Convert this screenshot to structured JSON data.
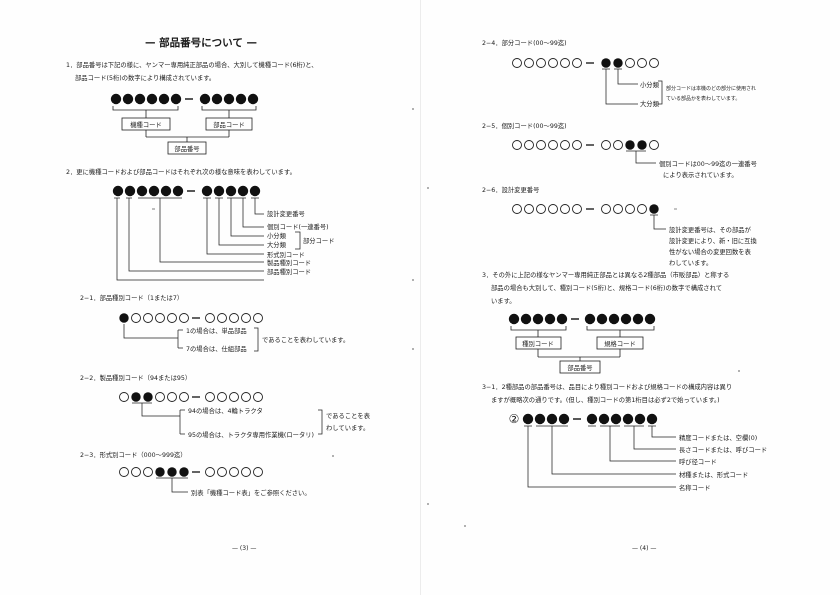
{
  "left_page": {
    "title": "— 部品番号について —",
    "section1": {
      "line1": "1．部品番号は下記の様に、ヤンマー専用純正部品の場合、大別して機種コード(6桁)と、",
      "line2": "部品コード(5桁)の数字により構成されています。",
      "box_model_code": "機種コード",
      "box_part_code": "部品コード",
      "box_part_number": "部品番号"
    },
    "section2": {
      "intro": "2．更に機種コードおよび部品コードはそれぞれ次の様な意味を表わしています。",
      "labels": [
        "設計変更番号",
        "個別コード(一連番号)",
        "小分類",
        "大分類",
        "形式別コード",
        "製品種別コード",
        "部品種別コード"
      ],
      "brace_label": "部分コード"
    },
    "s2_1": {
      "heading": "2−1．部品種別コード（1または7）",
      "opt1": "1の場合は、単品部品",
      "opt2": "7の場合は、仕組部品",
      "note": "であることを表わしています。"
    },
    "s2_2": {
      "heading": "2−2．製品種別コード（94または95）",
      "opt1": "94の場合は、4輪トラクタ",
      "opt2": "95の場合は、トラクタ専用作業機(ロータリ)",
      "note1": "であることを表",
      "note2": "わしています。"
    },
    "s2_3": {
      "heading": "2−3．形式別コード（000〜999迄）",
      "note": "別表「機種コード表」をご参照ください。"
    },
    "page_number": "— (3) —"
  },
  "right_page": {
    "s2_4": {
      "heading": "2−4．部分コード(00〜99迄)",
      "label_small": "小分類",
      "label_large": "大分類",
      "note1": "部分コードは本機のどの部分に使用され",
      "note2": "ている部品かを表わしています。"
    },
    "s2_5": {
      "heading": "2−5．個別コード(00〜99迄)",
      "note1": "個別コードは00〜99迄の一連番号",
      "note2": "により表示されています。"
    },
    "s2_6": {
      "heading": "2−6．設計変更番号",
      "note1": "設計変更番号は、その部品が",
      "note2": "設計変更により、新・旧に互換",
      "note3": "性がない場合の変更回数を表",
      "note4": "わしています。"
    },
    "section3": {
      "line1": "3．その外に上記の様なヤンマー専用純正部品とは異なる2種部品（市販部品）と称する",
      "line2": "部品の場合も大別して、種別コード(5桁)と、規格コード(6桁)の数字で構成されて",
      "line3": "います。",
      "box_type_code": "種別コード",
      "box_spec_code": "規格コード",
      "box_part_number": "部品番号"
    },
    "s3_1": {
      "line1": "3−1．2種部品の部品番号は、品目により種別コードおよび規格コードの構成内容は異り",
      "line2": "ますが概略次の通りです。(但し、種別コードの第1桁目は必ず2で始っています。)",
      "lead_digit": "②",
      "labels": [
        "精度コードまたは、空欄(0)",
        "長さコードまたは、呼びコード",
        "呼び径コード",
        "材種または、形式コード",
        "名称コード"
      ]
    },
    "page_number": "— (4) —"
  }
}
